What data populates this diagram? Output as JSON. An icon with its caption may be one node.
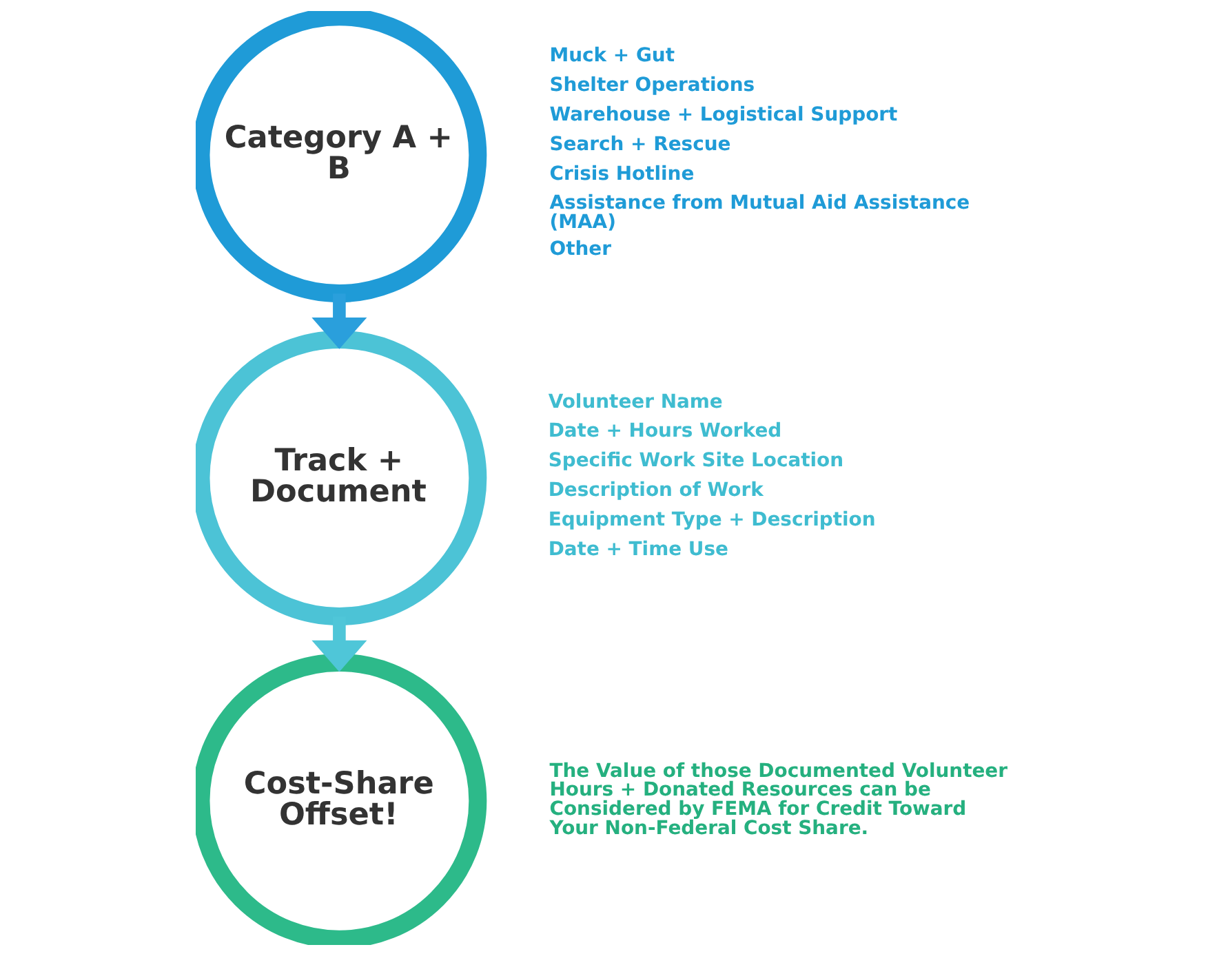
{
  "diagram": {
    "nodes": [
      {
        "text": [
          "Category A + B"
        ],
        "beside": [
          "Muck + Gut",
          "Shelter Operations",
          "Warehouse + Logistical Support",
          "Search + Rescue",
          "Crisis Hotline",
          "Assistance from Mutual Aid Assistance (MAA)",
          "Other"
        ]
      },
      {
        "text": [
          "Track + Document"
        ],
        "beside": [
          "Volunteer Name",
          "Date + Hours Worked",
          "Specific Work Site Location",
          "Description of Work",
          "Equipment Type + Description",
          "Date + Time Use"
        ]
      },
      {
        "text": [
          "Cost-Share Offset!"
        ],
        "beside": [
          "The Value of those Documented Volunteer Hours + Donated Resources can be Considered by FEMA for Credit Toward Your Non-Federal Cost Share."
        ]
      }
    ],
    "edges": [
      {
        "from": 0,
        "to": 1,
        "arrow": "to",
        "color": "#2a9fdc"
      },
      {
        "from": 1,
        "to": 2,
        "arrow": "to",
        "color": "#4fc6d8"
      }
    ]
  }
}
